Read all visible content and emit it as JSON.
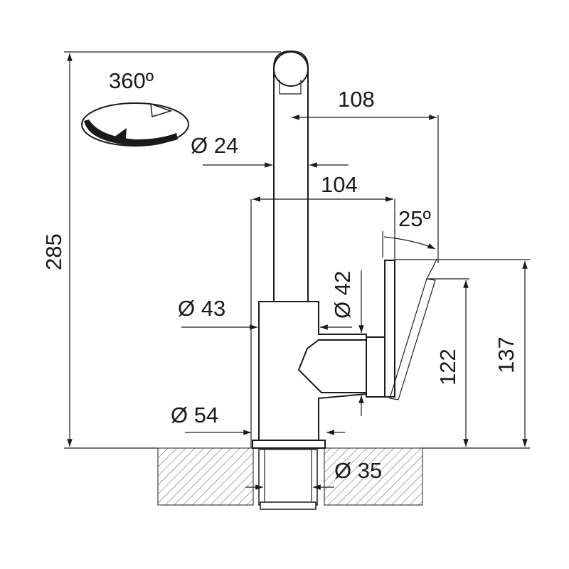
{
  "drawing": {
    "labels": {
      "rotation": "360º",
      "spout_width": "108",
      "spout_diameter": "Ø 24",
      "lever_reach": "104",
      "lever_angle": "25º",
      "total_height": "285",
      "body_diameter": "Ø 43",
      "lever_hub_diameter": "Ø 42",
      "height_122": "122",
      "height_137": "137",
      "base_diameter": "Ø 54",
      "shank_diameter": "Ø 35"
    },
    "colors": {
      "line": "#1a1a1a",
      "background": "#ffffff"
    }
  }
}
